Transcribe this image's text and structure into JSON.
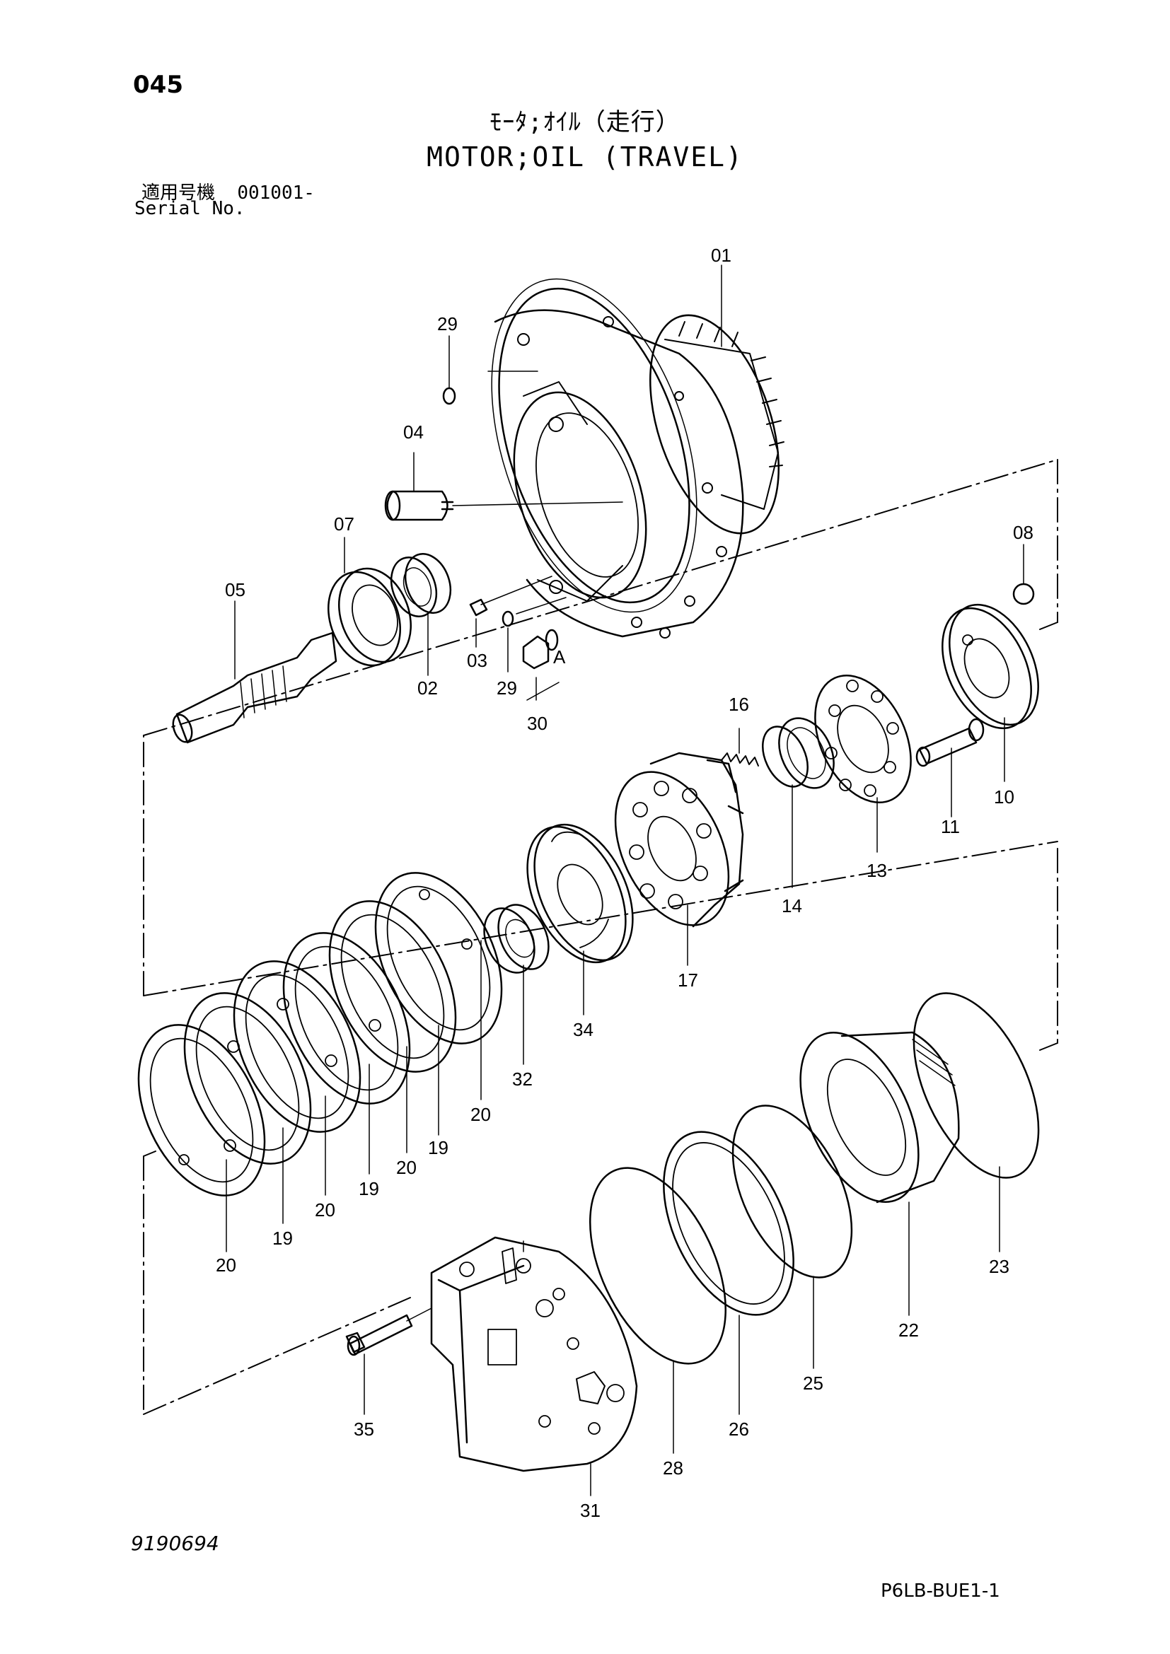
{
  "header": {
    "page_number": "045",
    "title_jp": "ﾓｰﾀ;ｵｲﾙ（走行）",
    "title_en": "MOTOR;OIL (TRAVEL)",
    "serial_label_jp": "適用号機",
    "serial_value": "001001-",
    "serial_label_en": "Serial No."
  },
  "callouts": {
    "c01": "01",
    "c29a": "29",
    "c04": "04",
    "c07": "07",
    "c08": "08",
    "c05": "05",
    "c03": "03",
    "c29b": "29",
    "c02": "02",
    "cA": "A",
    "c30": "30",
    "c16": "16",
    "c10": "10",
    "c11": "11",
    "c13": "13",
    "c14": "14",
    "c17": "17",
    "c34": "34",
    "c32": "32",
    "c20a": "20",
    "c19a": "19",
    "c20b": "20",
    "c19b": "19",
    "c20c": "20",
    "c19c": "19",
    "c20d": "20",
    "c23": "23",
    "c22": "22",
    "c25": "25",
    "c26": "26",
    "c28": "28",
    "c35": "35",
    "c31": "31"
  },
  "footer": {
    "drawing_number": "9190694",
    "code": "P6LB-BUE1-1"
  }
}
